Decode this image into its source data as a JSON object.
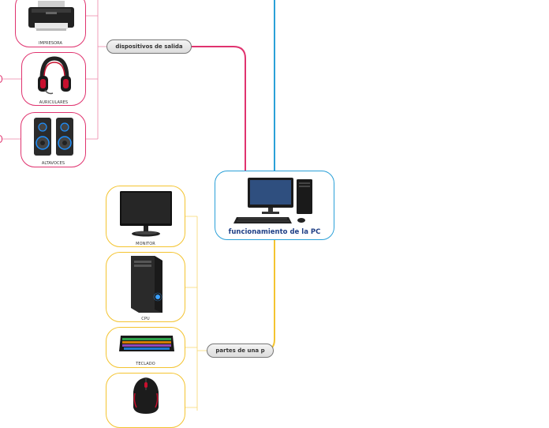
{
  "central": {
    "title": "funcionamiento de la PC",
    "icon": "desktop-computer-icon"
  },
  "branches": [
    {
      "label": "dispositivos de salida",
      "color": "#e0336f",
      "items": [
        {
          "label": "IMPRESORA",
          "icon": "printer-icon"
        },
        {
          "label": "AURICULARES",
          "icon": "headphones-icon"
        },
        {
          "label": "ALTAVOCES",
          "icon": "speakers-icon"
        }
      ]
    },
    {
      "label": "partes de una p",
      "color": "#f4c430",
      "items": [
        {
          "label": "MONITOR",
          "icon": "monitor-icon"
        },
        {
          "label": "CPU",
          "icon": "cpu-tower-icon"
        },
        {
          "label": "TECLADO",
          "icon": "keyboard-icon"
        },
        {
          "label": "",
          "icon": "mouse-icon"
        }
      ]
    }
  ],
  "colors": {
    "central_border": "#2aa0d8",
    "top_connector": "#2aa0d8",
    "output_branch": "#e0336f",
    "parts_branch": "#f4c430"
  }
}
